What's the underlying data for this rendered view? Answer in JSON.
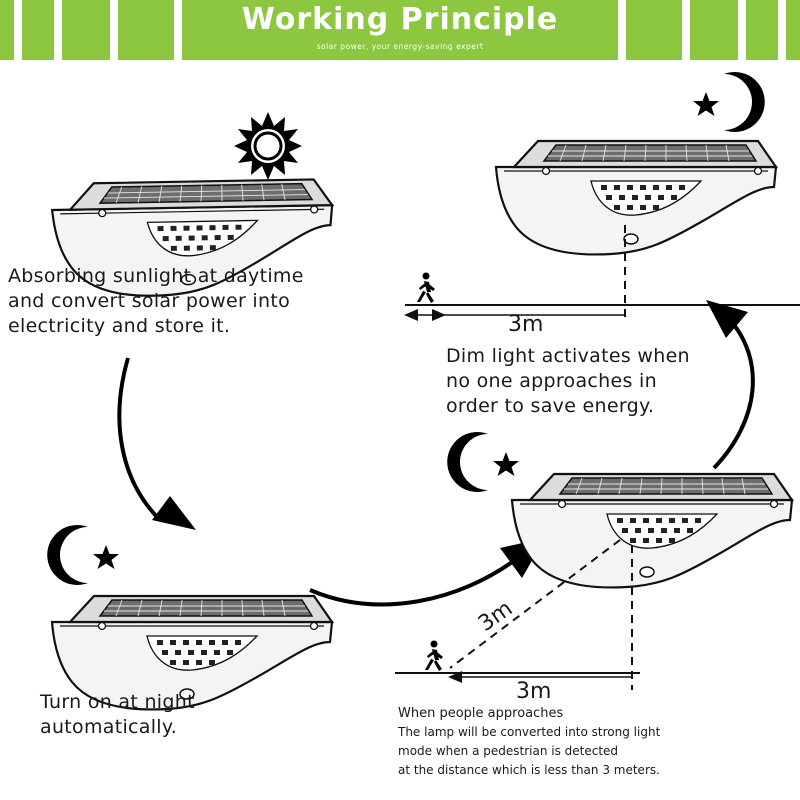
{
  "header": {
    "title": "Working Principle",
    "subtitle": "solar power, your energy-saving expert",
    "band_color": "#8dc63f"
  },
  "steps": [
    {
      "id": "daytime",
      "lines": [
        "Absorbing sunlight at daytime",
        "and convert solar power into",
        "electricity and store it."
      ],
      "icon": "sun-icon"
    },
    {
      "id": "night",
      "lines": [
        "Turn on at night",
        "automatically."
      ],
      "icon": "moon-star-icon"
    },
    {
      "id": "dim",
      "lines": [
        "Dim light activates when",
        "no one approaches in",
        "order to save energy."
      ],
      "icon": "moon-star-icon"
    },
    {
      "id": "strong",
      "heading": "When people approaches",
      "lines": [
        "The lamp will be converted into strong light",
        "mode when a pedestrian is detected",
        "at the distance which is less than 3 meters."
      ],
      "icon": "moon-star-icon"
    }
  ],
  "distances": {
    "top": "3m",
    "diagonal": "3m",
    "bottom": "3m"
  }
}
